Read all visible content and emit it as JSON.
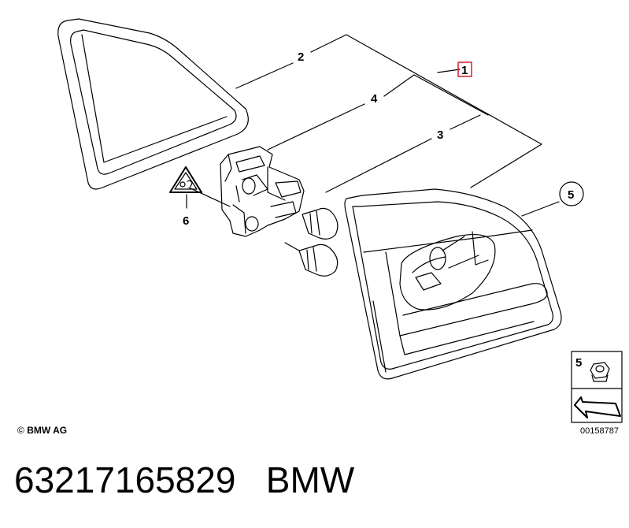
{
  "labels": {
    "part1": "1",
    "part2": "2",
    "part3": "3",
    "part4": "4",
    "part5": "5",
    "part6": "6",
    "legend5": "5"
  },
  "copyright": "BMW AG",
  "copyright_symbol": "©",
  "diagram_number": "00158787",
  "part_number": "63217165829",
  "brand": "BMW",
  "colors": {
    "line": "#000000",
    "highlight": "#d81e2a",
    "background": "#ffffff"
  },
  "icons": [
    "warning-triangle-icon",
    "arrow-icon",
    "nut-icon"
  ]
}
